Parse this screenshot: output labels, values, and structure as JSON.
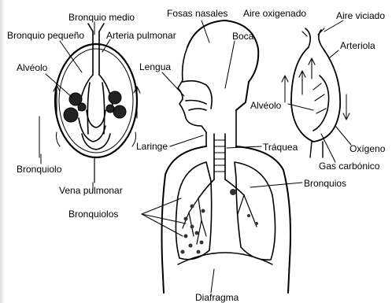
{
  "labels": {
    "bronquio_medio": "Bronquio medio",
    "fosas_nasales": "Fosas nasales",
    "aire_oxigenado": "Aire oxigenado",
    "aire_viciado": "Aire viciado",
    "bronquio_pequeno": "Bronquio pequeño",
    "arteria_pulmonar": "Arteria pulmonar",
    "boca": "Boca",
    "arteriola": "Arteriola",
    "alveolo_left": "Alvéolo",
    "lengua": "Lengua",
    "alveolo_right": "Alvéolo",
    "oxigeno": "Oxígeno",
    "laringe": "Laringe",
    "traquea": "Tráquea",
    "gas_carbonico": "Gas carbónico",
    "bronquiolo": "Bronquiolo",
    "bronquios": "Bronquios",
    "vena_pulmonar": "Vena pulmonar",
    "bronquiolos": "Bronquiolos",
    "diafragma": "Diafragma"
  },
  "colors": {
    "line": "#000000",
    "background": "#ffffff"
  }
}
